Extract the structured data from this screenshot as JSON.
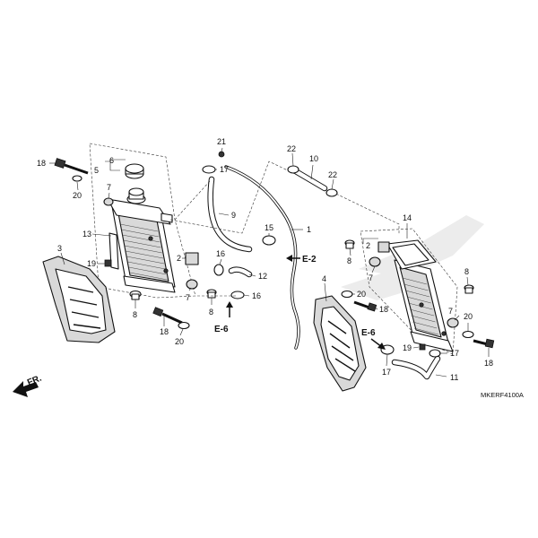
{
  "diagram": {
    "figure_code": "MKERF4100A",
    "direction_label": "FR.",
    "reference_labels": [
      "E-2",
      "E-6",
      "E-6"
    ],
    "callouts": [
      {
        "n": "1"
      },
      {
        "n": "2"
      },
      {
        "n": "2"
      },
      {
        "n": "3"
      },
      {
        "n": "4"
      },
      {
        "n": "5"
      },
      {
        "n": "6"
      },
      {
        "n": "7"
      },
      {
        "n": "7"
      },
      {
        "n": "7"
      },
      {
        "n": "7"
      },
      {
        "n": "8"
      },
      {
        "n": "8"
      },
      {
        "n": "8"
      },
      {
        "n": "8"
      },
      {
        "n": "9"
      },
      {
        "n": "10"
      },
      {
        "n": "11"
      },
      {
        "n": "12"
      },
      {
        "n": "13"
      },
      {
        "n": "14"
      },
      {
        "n": "15"
      },
      {
        "n": "16"
      },
      {
        "n": "16"
      },
      {
        "n": "17"
      },
      {
        "n": "17"
      },
      {
        "n": "17"
      },
      {
        "n": "18"
      },
      {
        "n": "18"
      },
      {
        "n": "18"
      },
      {
        "n": "18"
      },
      {
        "n": "19"
      },
      {
        "n": "19"
      },
      {
        "n": "20"
      },
      {
        "n": "20"
      },
      {
        "n": "20"
      },
      {
        "n": "20"
      },
      {
        "n": "21"
      },
      {
        "n": "22"
      },
      {
        "n": "22"
      }
    ]
  }
}
